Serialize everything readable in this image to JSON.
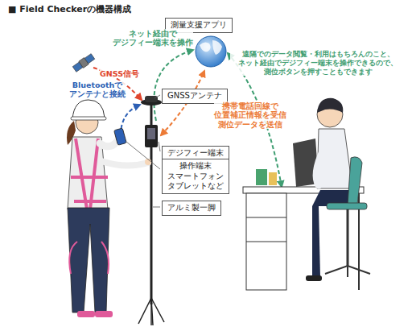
{
  "diagram": {
    "title": "■ Field Checkerの機器構成",
    "nodes": [
      {
        "text": [
          "測量支援アプリ"
        ]
      },
      {
        "text": [
          "GNSSアンテナ"
        ]
      },
      {
        "text": [
          "デジフィー端末"
        ]
      },
      {
        "text": [
          "操作端末 スマートフォン タブレットなど"
        ]
      },
      {
        "text": [
          "アルミ製一脚"
        ]
      }
    ],
    "labels": [
      "ネット経由で デジフィー端末を操作",
      "GNSS信号",
      "Bluetoothで アンテナと接続",
      "携帯電話回線で 位置補正情報を受信 測位データを送信",
      "遠隔でのデータ閲覧・利用はもちろんのこと、 ネット経由でデジフィー端末を操作できるので、 測位ボタンを押すこともできます"
    ]
  }
}
